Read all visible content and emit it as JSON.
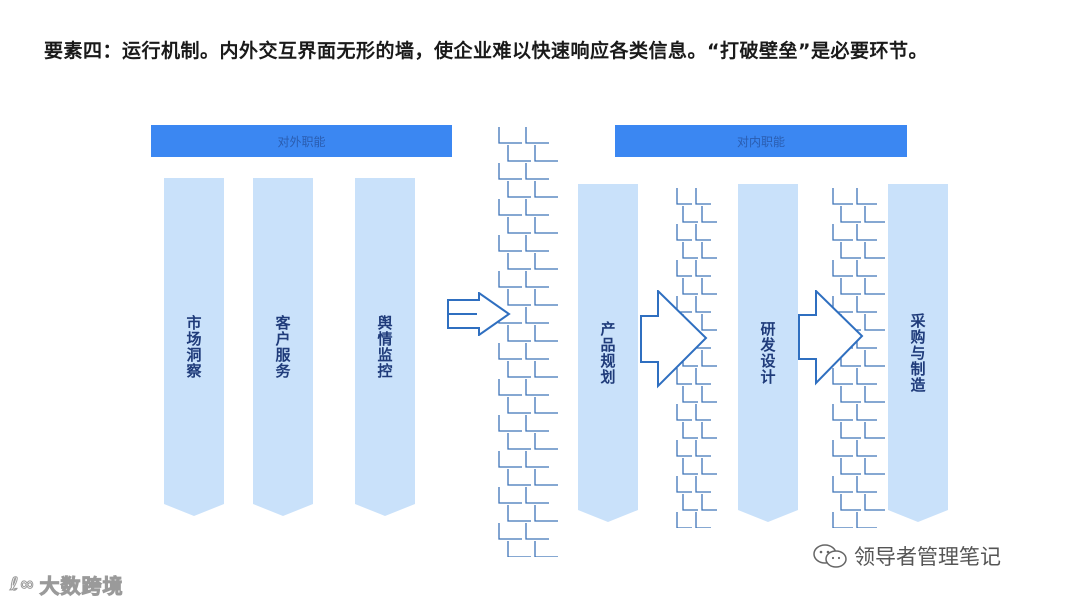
{
  "title": "要素四：运行机制。内外交互界面无形的墙，使企业难以快速响应各类信息。“打破壁垒”是必要环节。",
  "bands": {
    "external": "对外职能",
    "internal": "对内职能"
  },
  "pillars": {
    "market": "市场洞察",
    "customer": "客户服务",
    "opinion": "舆情监控",
    "product": "产品规划",
    "rd": "研发设计",
    "procurement": "采购与制造"
  },
  "watermarks": {
    "left": "大数跨境",
    "right": "领导者管理笔记",
    "right_icon": "wechat-icon"
  },
  "colors": {
    "band": "#3b87f2",
    "pillar": "#c9e1fa",
    "wall_line": "#3e74b8",
    "arrow_line": "#2f6fc0",
    "label": "#1f3b7a"
  }
}
